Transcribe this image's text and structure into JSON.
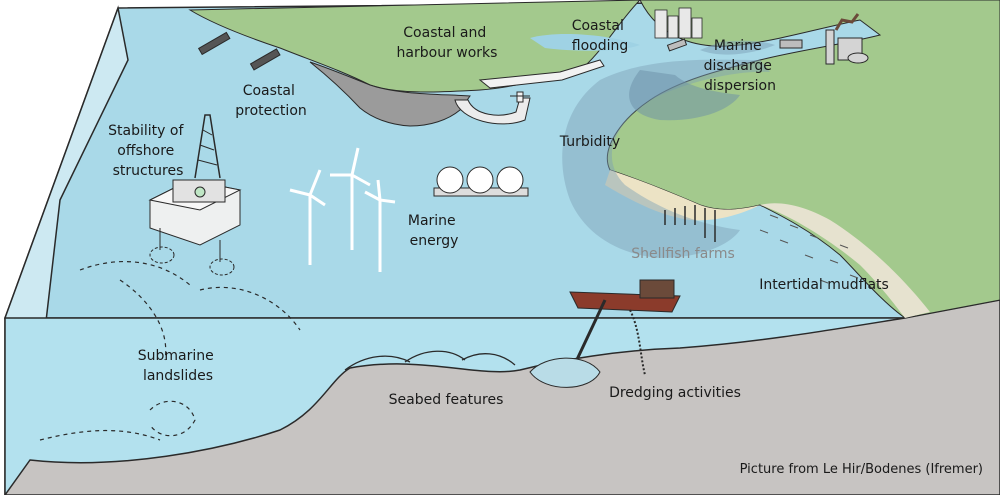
{
  "labels": {
    "coastal_harbour_works": [
      "Coastal and",
      "harbour works"
    ],
    "coastal_flooding": [
      "Coastal",
      "flooding"
    ],
    "marine_discharge": [
      "Marine",
      "discharge",
      "dispersion"
    ],
    "coastal_protection": [
      "Coastal",
      "protection"
    ],
    "stability_offshore": [
      "Stability of",
      "offshore",
      "structures"
    ],
    "turbidity": "Turbidity",
    "marine_energy": [
      "Marine",
      "energy"
    ],
    "shellfish_farms": "Shellfish farms",
    "intertidal_mudflats": "Intertidal mudflats",
    "submarine_landslides": [
      "Submarine",
      "landslides"
    ],
    "seabed_features": "Seabed features",
    "dredging_activities": "Dredging activities"
  },
  "credit": "Picture from Le Hir/Bodenes (Ifremer)",
  "colors": {
    "sea_surface": "#a9d9e8",
    "water_body": "#b3e1ee",
    "land": "#a3c98d",
    "seabed": "#c7c4c2",
    "cliff": "#9b9b9b",
    "plume": "#7d9fb5",
    "sand": "#ece3c5",
    "outline": "#2a2a2a"
  },
  "icons": [
    "wind-turbine-icon",
    "oil-platform-icon",
    "dredger-ship-icon",
    "tidal-turbine-icon",
    "factory-icon",
    "buildings-icon",
    "lighthouse-icon"
  ]
}
